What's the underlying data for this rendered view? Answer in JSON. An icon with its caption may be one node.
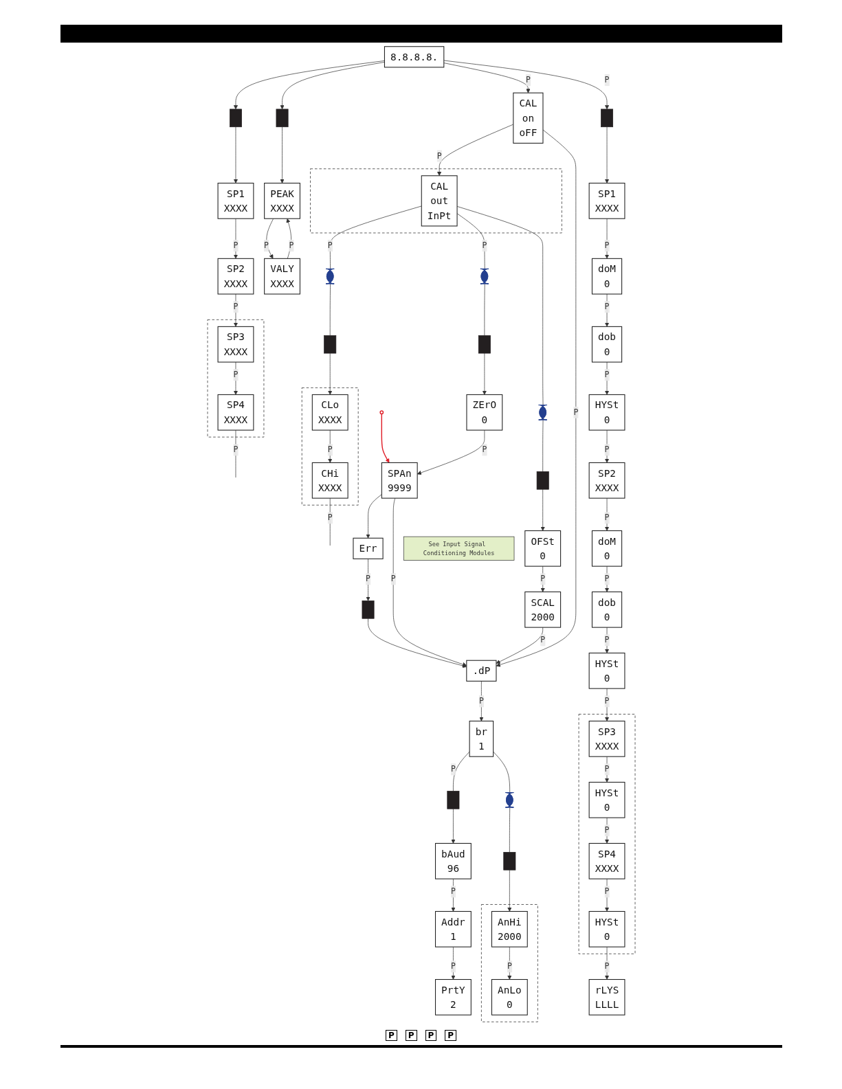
{
  "diagram": {
    "nodes": [
      {
        "text": [
          "8.8.8.8."
        ]
      },
      {
        "text": [],
        "shape": "box"
      },
      {
        "text": [
          "SP1",
          "XXXX"
        ]
      },
      {
        "text": [
          "SP2",
          "XXXX"
        ]
      },
      {
        "text": [],
        "shape": "box"
      },
      {
        "text": [
          "SP3",
          "XXXX"
        ],
        "in": 4
      },
      {
        "text": [
          "SP4",
          "XXXX"
        ],
        "in": 4
      },
      {
        "text": [],
        "shape": "box"
      },
      {
        "text": [
          "PEAK",
          "XXXX"
        ]
      },
      {
        "text": [
          "VALY",
          "XXXX"
        ]
      },
      {
        "text": [
          "CAL",
          "on",
          "oFF"
        ]
      },
      {
        "text": [],
        "shape": "box"
      },
      {
        "text": [
          "CAL",
          "out",
          "InPt"
        ],
        "in": 11
      },
      {
        "text": [],
        "shape": "box"
      },
      {
        "text": [],
        "shape": "box"
      },
      {
        "text": [],
        "shape": "box"
      },
      {
        "text": [
          "CLo",
          "XXXX"
        ],
        "in": 15
      },
      {
        "text": [
          "CHi",
          "XXXX"
        ],
        "in": 15
      },
      {
        "text": [],
        "shape": "box"
      },
      {
        "text": [],
        "shape": "box"
      },
      {
        "text": [
          "ZErO",
          "0"
        ]
      },
      {
        "text": [
          "SPAn",
          "9999"
        ]
      },
      {
        "text": [
          "Err"
        ]
      },
      {
        "text": [],
        "shape": "box"
      },
      {
        "text": [],
        "shape": "box"
      },
      {
        "text": [
          "OFSt",
          "0"
        ]
      },
      {
        "text": [
          "SCAL",
          "2000"
        ]
      },
      {
        "text": [],
        "shape": "box"
      },
      {
        "text": [
          ".dP"
        ]
      },
      {
        "text": [
          "br",
          "1"
        ]
      },
      {
        "text": [],
        "shape": "box"
      },
      {
        "text": [
          "bAud",
          "96"
        ]
      },
      {
        "text": [
          "Addr",
          "1"
        ]
      },
      {
        "text": [
          "PrtY",
          "2"
        ]
      },
      {
        "text": [],
        "shape": "box"
      },
      {
        "text": [],
        "shape": "box"
      },
      {
        "text": [],
        "shape": "box"
      },
      {
        "text": [
          "AnHi",
          "2000"
        ],
        "in": 36
      },
      {
        "text": [
          "AnLo",
          "0"
        ],
        "in": 36
      },
      {
        "text": [],
        "shape": "box"
      },
      {
        "text": [
          "SP1",
          "XXXX"
        ]
      },
      {
        "text": [
          "doM",
          "0"
        ]
      },
      {
        "text": [
          "dob",
          "0"
        ]
      },
      {
        "text": [
          "HYSt",
          "0"
        ]
      },
      {
        "text": [
          "SP2",
          "XXXX"
        ]
      },
      {
        "text": [
          "doM",
          "0"
        ]
      },
      {
        "text": [
          "dob",
          "0"
        ]
      },
      {
        "text": [
          "HYSt",
          "0"
        ]
      },
      {
        "text": [],
        "shape": "box"
      },
      {
        "text": [
          "SP3",
          "XXXX"
        ],
        "in": 48
      },
      {
        "text": [
          "HYSt",
          "0"
        ],
        "in": 48
      },
      {
        "text": [
          "SP4",
          "XXXX"
        ],
        "in": 48
      },
      {
        "text": [
          "HYSt",
          "0"
        ],
        "in": 48
      },
      {
        "text": [
          "rLYS",
          "LLLL"
        ]
      },
      {
        "text": [
          "See Input Signal Conditioning Modules"
        ]
      },
      {
        "text": [],
        "shape": "circle"
      }
    ],
    "edges": [
      {
        "from": 0,
        "to": 1,
        "arrow": "to"
      },
      {
        "from": 0,
        "to": 7,
        "arrow": "to"
      },
      {
        "from": 0,
        "to": 10,
        "arrow": "to",
        "label": "P"
      },
      {
        "from": 0,
        "to": 39,
        "arrow": "to",
        "label": "P"
      },
      {
        "from": 1,
        "to": 2,
        "arrow": "to"
      },
      {
        "from": 2,
        "to": 3,
        "arrow": "to",
        "label": "P"
      },
      {
        "from": 3,
        "to": 5,
        "arrow": "to",
        "label": "P"
      },
      {
        "from": 5,
        "to": 6,
        "arrow": "to",
        "label": "P"
      },
      {
        "from": 6,
        "to": null,
        "arrow": "none",
        "label": "P"
      },
      {
        "from": 7,
        "to": 8,
        "arrow": "to"
      },
      {
        "from": 8,
        "to": 9,
        "arrow": "to",
        "label": "P"
      },
      {
        "from": 9,
        "to": 8,
        "arrow": "to",
        "label": "P"
      },
      {
        "from": 10,
        "to": 12,
        "arrow": "to",
        "label": "P"
      },
      {
        "from": 10,
        "to": 28,
        "arrow": "to",
        "label": "P"
      },
      {
        "from": 12,
        "to": 13,
        "arrow": "none",
        "label": "P"
      },
      {
        "from": 13,
        "to": 14,
        "arrow": "none"
      },
      {
        "from": 14,
        "to": 16,
        "arrow": "to"
      },
      {
        "from": 16,
        "to": 17,
        "arrow": "to",
        "label": "P"
      },
      {
        "from": 17,
        "to": null,
        "arrow": "none",
        "label": "P"
      },
      {
        "from": 12,
        "to": 18,
        "arrow": "none",
        "label": "P"
      },
      {
        "from": 18,
        "to": 19,
        "arrow": "none"
      },
      {
        "from": 19,
        "to": 20,
        "arrow": "to"
      },
      {
        "from": 12,
        "to": 23,
        "arrow": "none"
      },
      {
        "from": 23,
        "to": 24,
        "arrow": "none"
      },
      {
        "from": 24,
        "to": 25,
        "arrow": "to"
      },
      {
        "from": 20,
        "to": 21,
        "arrow": "to",
        "label": "P"
      },
      {
        "from": 21,
        "to": 22,
        "arrow": "to"
      },
      {
        "from": 21,
        "to": 28,
        "arrow": "to",
        "label": "P"
      },
      {
        "from": 22,
        "to": 27,
        "arrow": "to",
        "label": "P"
      },
      {
        "from": 25,
        "to": 26,
        "arrow": "to",
        "label": "P"
      },
      {
        "from": 26,
        "to": 28,
        "arrow": "to",
        "label": "P"
      },
      {
        "from": 27,
        "to": 28,
        "arrow": "to"
      },
      {
        "from": 28,
        "to": 29,
        "arrow": "to",
        "label": "P"
      },
      {
        "from": 29,
        "to": 30,
        "arrow": "none",
        "label": "P"
      },
      {
        "from": 29,
        "to": 34,
        "arrow": "none"
      },
      {
        "from": 30,
        "to": 31,
        "arrow": "to"
      },
      {
        "from": 31,
        "to": 32,
        "arrow": "to",
        "label": "P"
      },
      {
        "from": 32,
        "to": 33,
        "arrow": "to",
        "label": "P"
      },
      {
        "from": 34,
        "to": 35,
        "arrow": "none"
      },
      {
        "from": 35,
        "to": 37,
        "arrow": "to"
      },
      {
        "from": 37,
        "to": 38,
        "arrow": "to",
        "label": "P"
      },
      {
        "from": 39,
        "to": 40,
        "arrow": "to"
      },
      {
        "from": 40,
        "to": 41,
        "arrow": "to",
        "label": "P"
      },
      {
        "from": 41,
        "to": 42,
        "arrow": "to",
        "label": "P"
      },
      {
        "from": 42,
        "to": 43,
        "arrow": "to",
        "label": "P"
      },
      {
        "from": 43,
        "to": 44,
        "arrow": "to",
        "label": "P"
      },
      {
        "from": 44,
        "to": 45,
        "arrow": "to",
        "label": "P"
      },
      {
        "from": 45,
        "to": 46,
        "arrow": "to",
        "label": "P"
      },
      {
        "from": 46,
        "to": 47,
        "arrow": "to",
        "label": "P"
      },
      {
        "from": 47,
        "to": 49,
        "arrow": "to",
        "label": "P"
      },
      {
        "from": 49,
        "to": 50,
        "arrow": "to",
        "label": "P"
      },
      {
        "from": 50,
        "to": 51,
        "arrow": "to",
        "label": "P"
      },
      {
        "from": 51,
        "to": 52,
        "arrow": "to",
        "label": "P"
      },
      {
        "from": 52,
        "to": 53,
        "arrow": "to",
        "label": "P"
      },
      {
        "from": 55,
        "to": 21,
        "arrow": "to",
        "color": "#e0202a"
      }
    ],
    "labels": [
      "P",
      "P",
      "P",
      "P"
    ]
  }
}
